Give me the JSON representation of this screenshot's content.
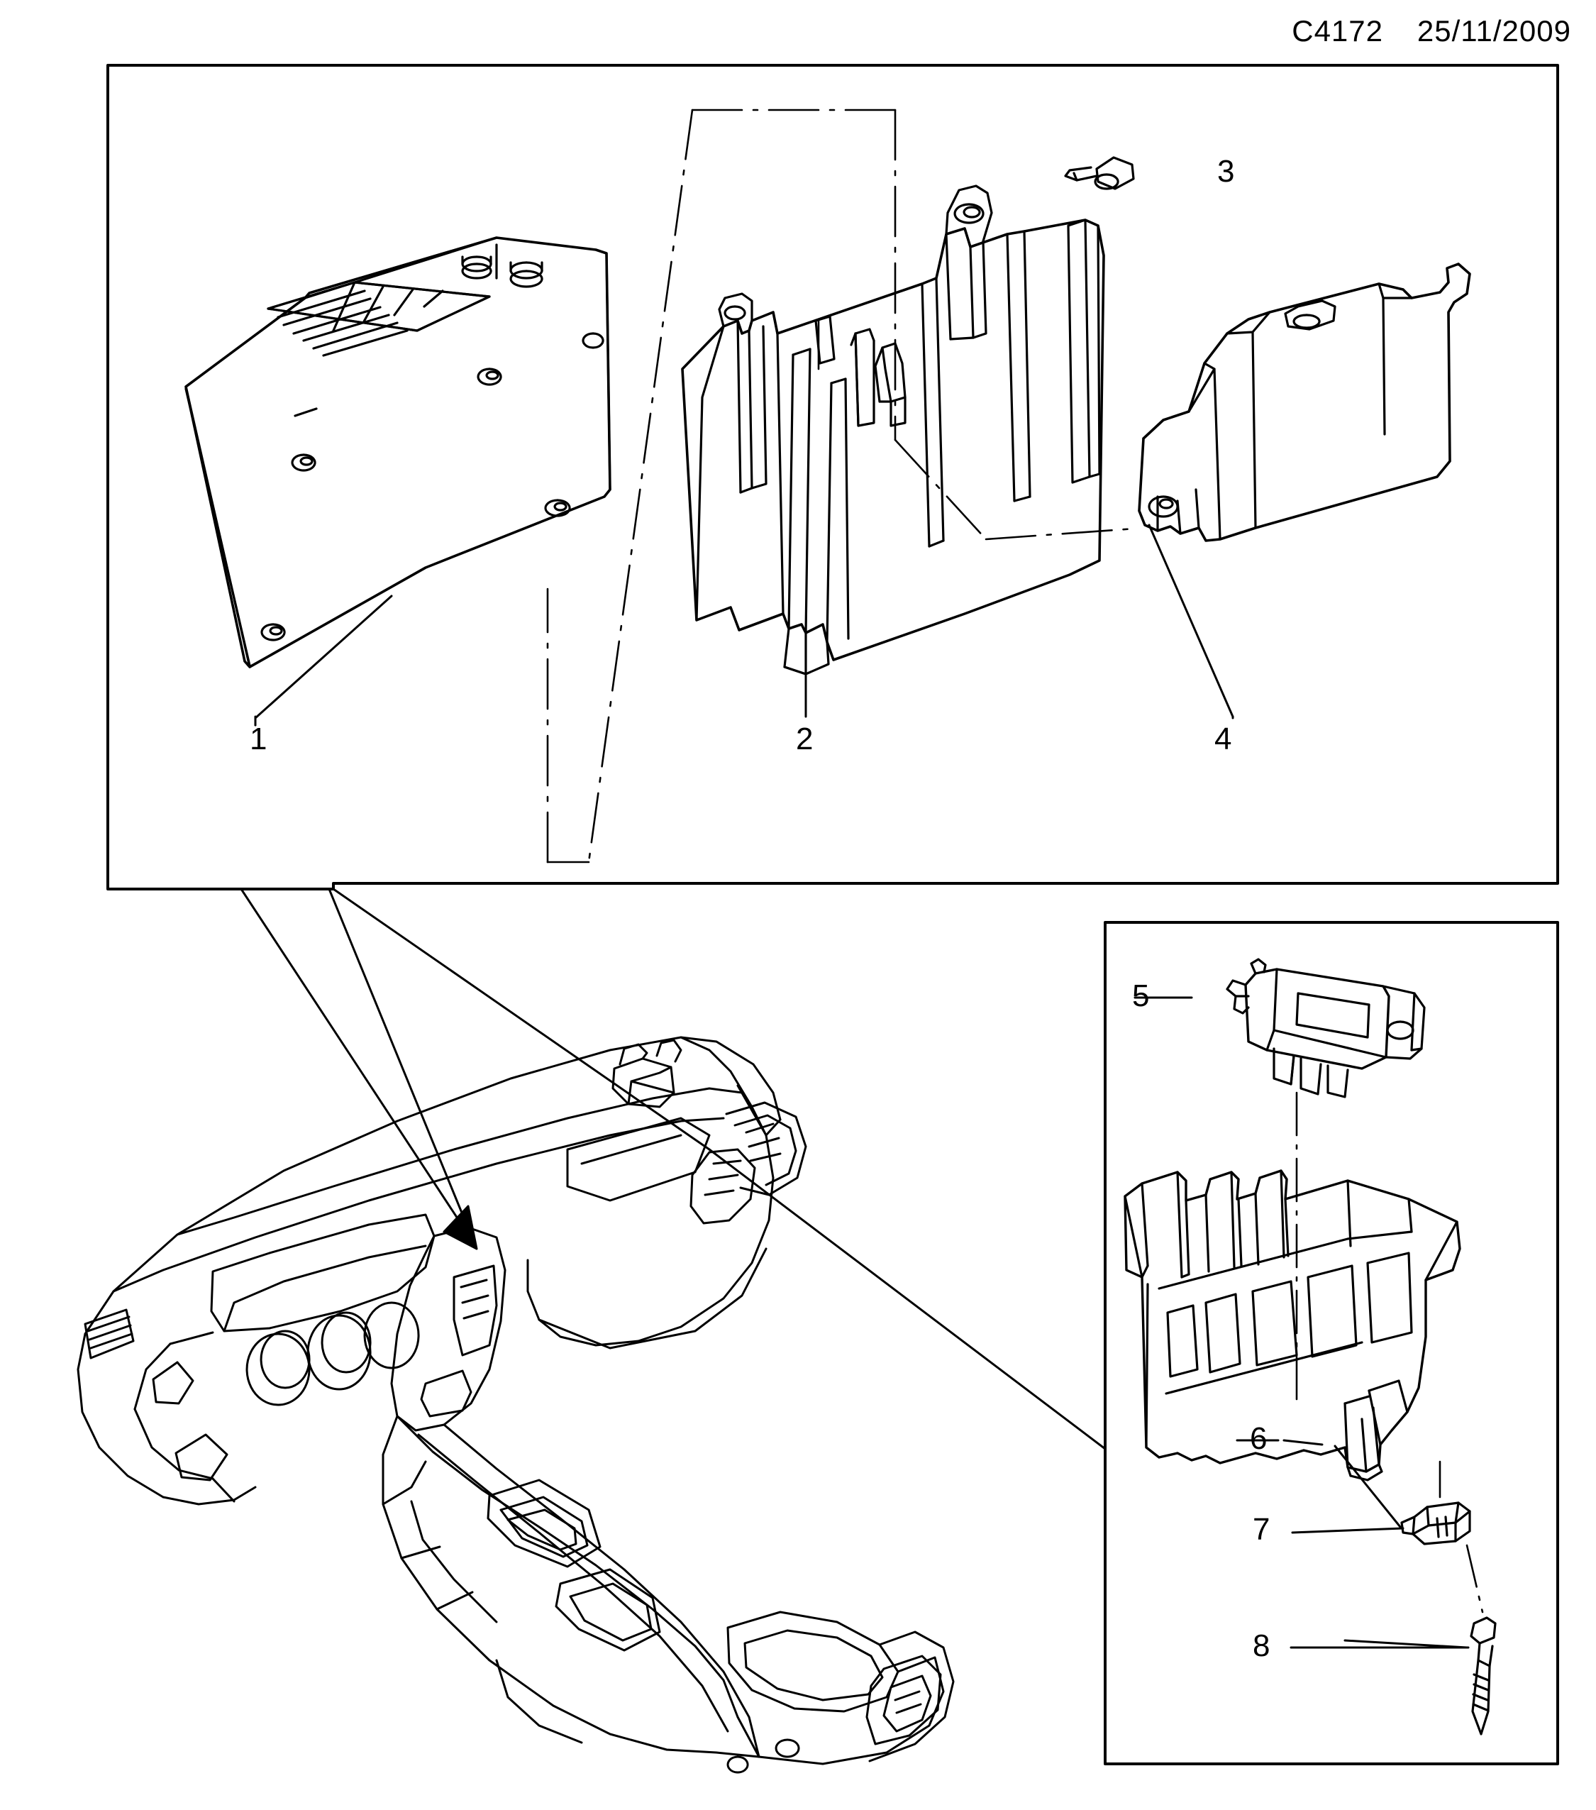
{
  "header": {
    "drawing_code": "C4172",
    "date": "25/11/2009"
  },
  "diagram": {
    "title_visible": false,
    "panels": [
      {
        "name": "exploded-assembly-panel",
        "description": "Top exploded view of control module, bracket, screw and second module"
      },
      {
        "name": "detail-panel",
        "description": "Lower right detail view of sensor, bracket, clip and screw"
      },
      {
        "name": "vehicle-interior-view",
        "description": "Instrument panel and centre console line drawing"
      }
    ],
    "callouts": [
      {
        "id": "1",
        "label": "1",
        "target": "control-module"
      },
      {
        "id": "2",
        "label": "2",
        "target": "module-bracket"
      },
      {
        "id": "3",
        "label": "3",
        "target": "bracket-screw"
      },
      {
        "id": "4",
        "label": "4",
        "target": "secondary-module"
      },
      {
        "id": "5",
        "label": "5",
        "target": "sensor-unit"
      },
      {
        "id": "6",
        "label": "6",
        "target": "sensor-bracket"
      },
      {
        "id": "7",
        "label": "7",
        "target": "retaining-clip"
      },
      {
        "id": "8",
        "label": "8",
        "target": "retaining-screw"
      }
    ]
  }
}
